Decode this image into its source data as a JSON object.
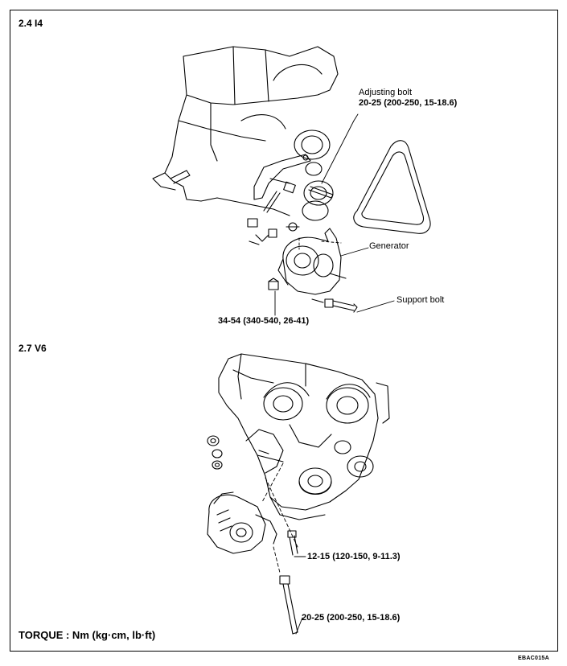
{
  "sections": {
    "i4_title": "2.4 I4",
    "v6_title": "2.7 V6"
  },
  "i4_callouts": {
    "adjusting_bolt_name": "Adjusting bolt",
    "adjusting_bolt_torque": "20-25 (200-250, 15-18.6)",
    "generator": "Generator",
    "support_bolt": "Support bolt",
    "lower_torque": "34-54 (340-540, 26-41)"
  },
  "v6_callouts": {
    "upper_bolt_torque": "12-15 (120-150, 9-11.3)",
    "lower_bolt_torque": "20-25 (200-250, 15-18.6)"
  },
  "footer": {
    "torque_units": "TORQUE : Nm (kg·cm, lb·ft)",
    "figure_code": "EBAC015A"
  }
}
